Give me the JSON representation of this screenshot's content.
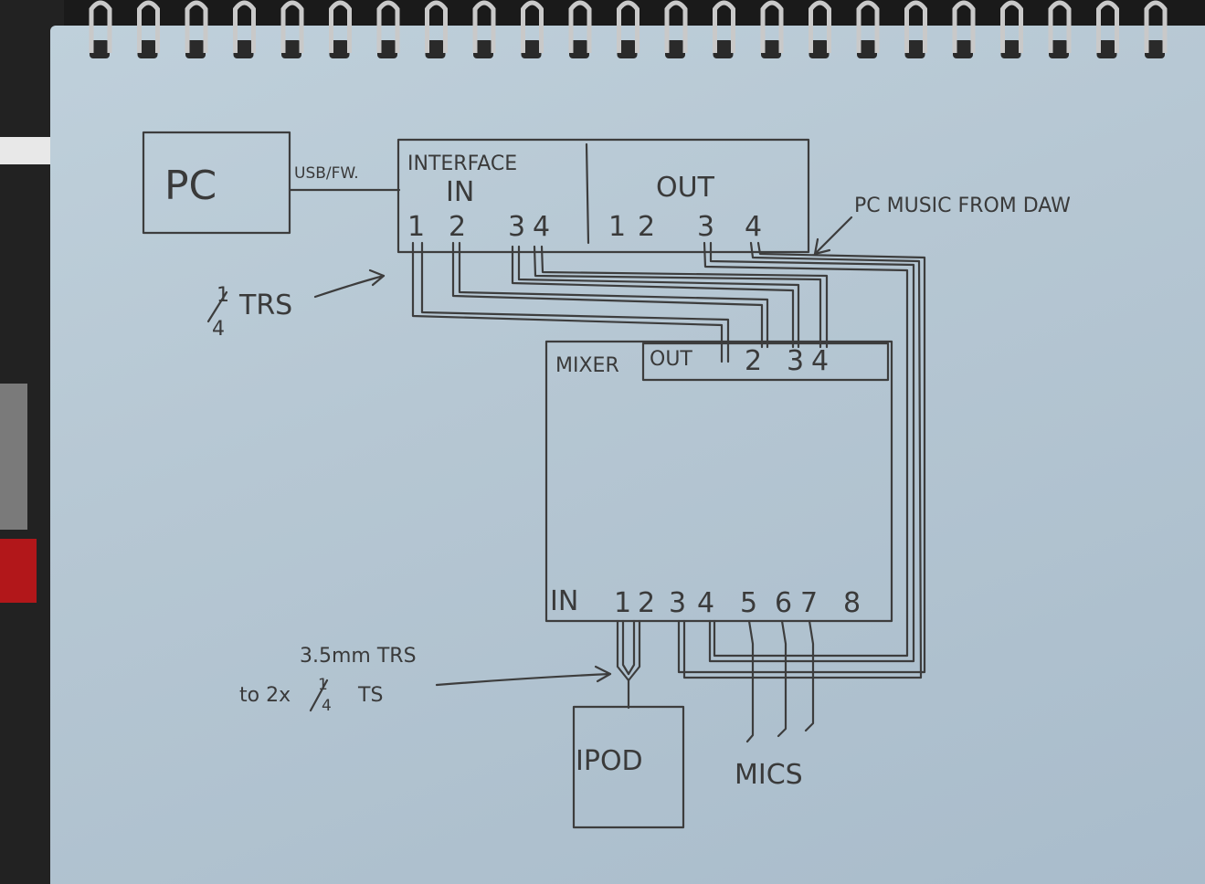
{
  "pc": {
    "label": "PC"
  },
  "link": {
    "label": "USB/FW."
  },
  "interface": {
    "title": "INTERFACE",
    "in_label": "IN",
    "out_label": "OUT",
    "in_ports": [
      "1",
      "2",
      "3",
      "4"
    ],
    "out_ports": [
      "1",
      "2",
      "3",
      "4"
    ]
  },
  "annotations": {
    "pc_music": "PC MUSIC FROM DAW",
    "trs_quarter_pre": "1",
    "trs_quarter_den": "4",
    "trs_quarter_suffix": "TRS",
    "trs_35_line1": "3.5mm TRS",
    "trs_35_line2": "to 2x",
    "trs_35_frac_num": "1",
    "trs_35_frac_den": "4",
    "trs_35_suffix": "TS"
  },
  "mixer": {
    "label": "MIXER",
    "out_label": "OUT",
    "out_ports": [
      "2",
      "3",
      "4"
    ],
    "in_label": "IN",
    "in_ports": [
      "1",
      "2",
      "3",
      "4",
      "5",
      "6",
      "7",
      "8"
    ]
  },
  "ipod": {
    "label": "IPOD"
  },
  "mics": {
    "label": "MICS"
  }
}
